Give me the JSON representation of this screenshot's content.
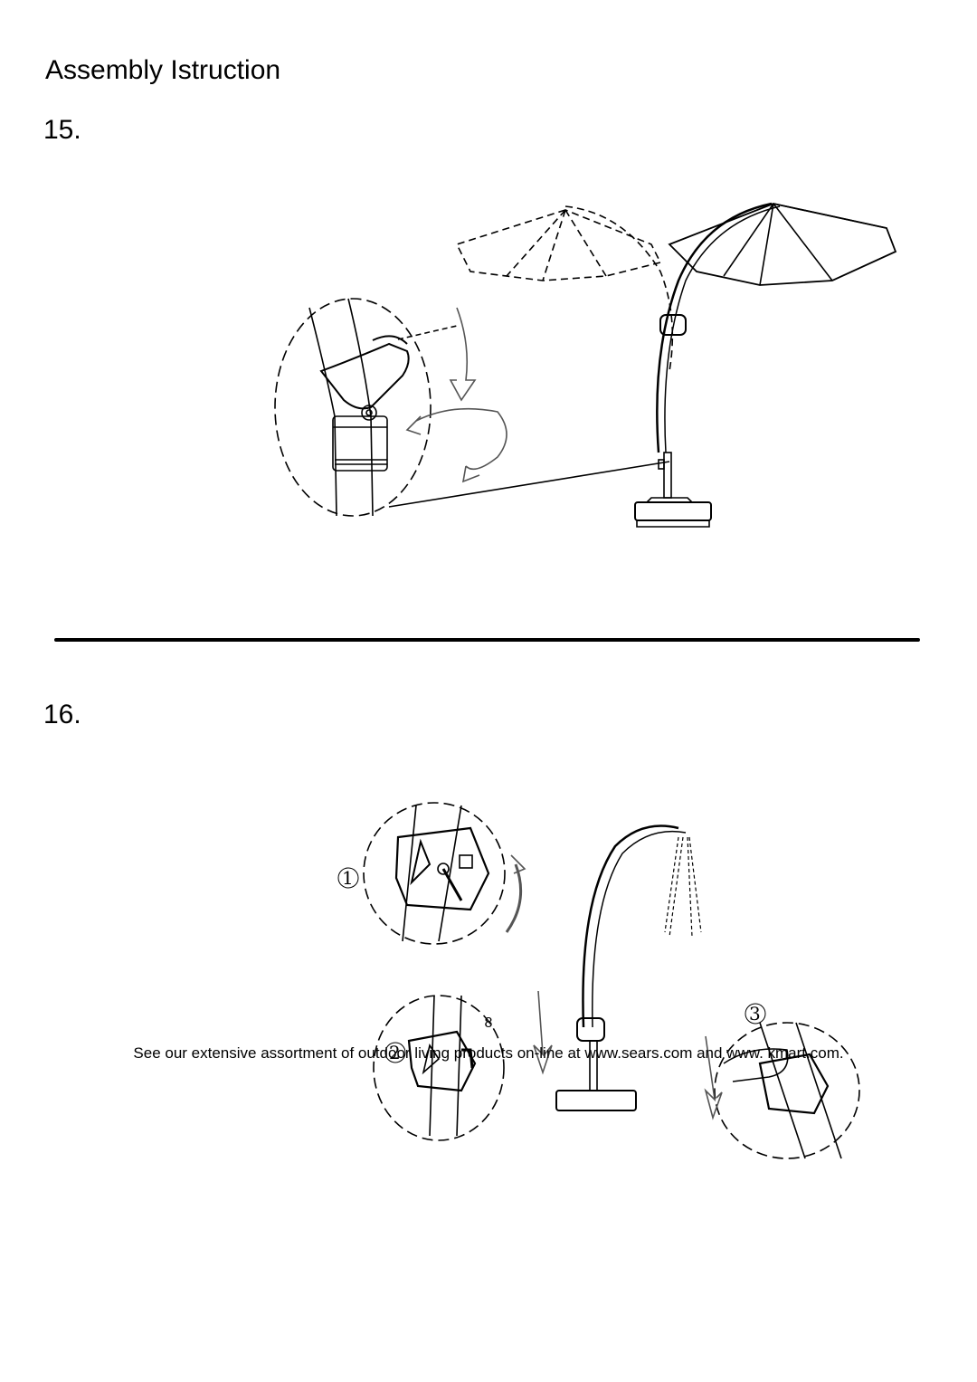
{
  "page": {
    "title": "Assembly Istruction",
    "steps": [
      {
        "number": "15."
      },
      {
        "number": "16."
      }
    ],
    "callouts": [
      "1",
      "2",
      "3"
    ],
    "page_number": "8",
    "footer": "See our extensive assortment of outdoor living products on-line at www.sears.com and www. kmart.com."
  }
}
